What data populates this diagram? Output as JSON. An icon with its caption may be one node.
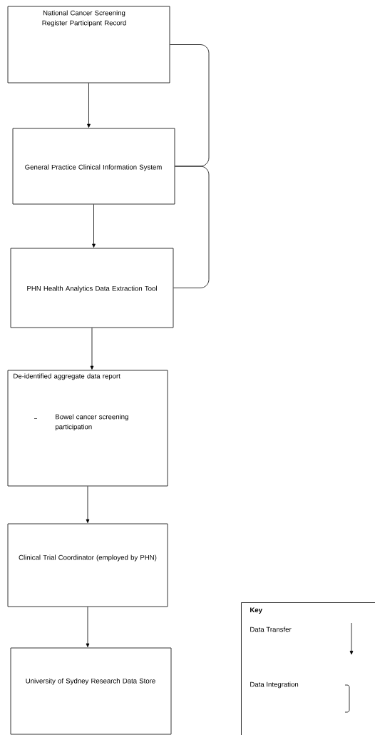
{
  "diagram": {
    "nodes": [
      {
        "text": [
          "National Cancer Screening Register Participant Record"
        ]
      },
      {
        "text": [
          "General Practice Clinical Information System"
        ]
      },
      {
        "text": [
          "PHN Health Analytics Data Extraction Tool"
        ]
      },
      {
        "text": [
          "De-identified aggregate data report",
          "Bowel cancer screening participation"
        ]
      },
      {
        "text": [
          "Clinical Trial Coordinator (employed by PHN)"
        ]
      },
      {
        "text": [
          "University of Sydney Research Data Store"
        ]
      }
    ],
    "edges": [
      {
        "from": 0,
        "to": 1,
        "arrow": "to"
      },
      {
        "from": 1,
        "to": 2,
        "arrow": "to"
      },
      {
        "from": 2,
        "to": 3,
        "arrow": "to"
      },
      {
        "from": 3,
        "to": 4,
        "arrow": "to"
      },
      {
        "from": 4,
        "to": 5,
        "arrow": "to"
      },
      {
        "from": 0,
        "to": 1,
        "arrow": "none"
      },
      {
        "from": 1,
        "to": 2,
        "arrow": "none"
      }
    ],
    "labels": [
      "Key"
    ],
    "legend": [
      {
        "text": "Data Transfer"
      },
      {
        "text": "Data Integration"
      }
    ]
  }
}
